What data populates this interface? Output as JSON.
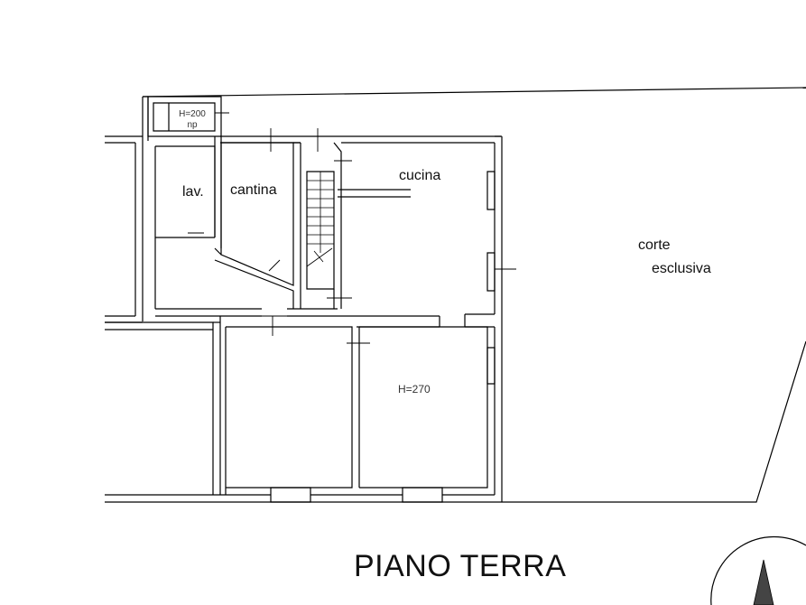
{
  "drawing": {
    "title": "PIANO TERRA",
    "rooms": {
      "lavanderia": "lav.",
      "cantina": "cantina",
      "cucina": "cucina",
      "corte_line1": "corte",
      "corte_line2": "esclusiva",
      "room_height": "H=270",
      "shaft_height": "H=200",
      "shaft_note": "np"
    },
    "line_color": "#000000",
    "stroke_gray": "#555555"
  }
}
